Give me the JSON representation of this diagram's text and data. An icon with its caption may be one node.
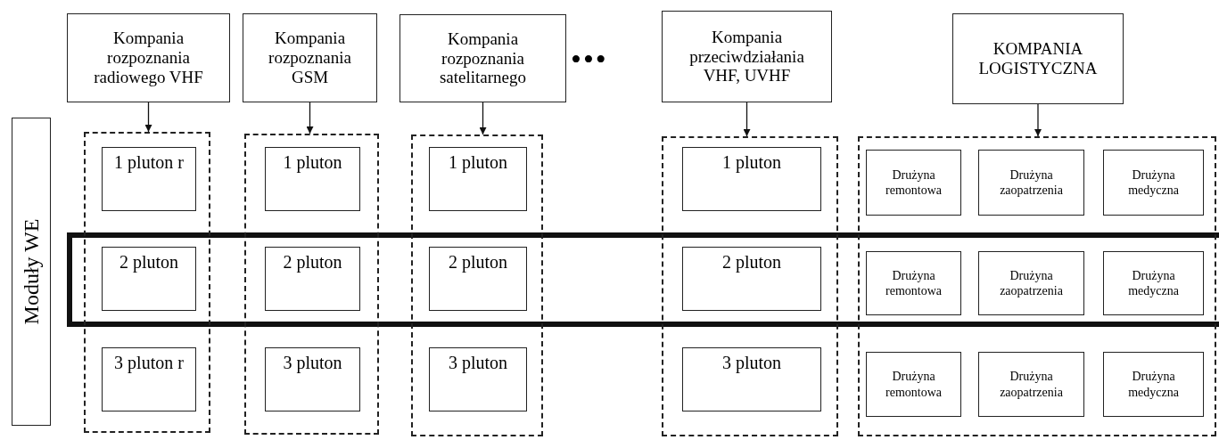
{
  "diagram": {
    "nodes": [
      {
        "text": [
          "Moduły WE"
        ]
      },
      {
        "text": [
          "Kompania rozpoznania radiowego VHF"
        ]
      },
      {
        "text": [],
        "shape": "box"
      },
      {
        "text": [
          "1 pluton r"
        ],
        "in": 2
      },
      {
        "text": [
          "2 pluton"
        ],
        "in": 2
      },
      {
        "text": [
          "3 pluton r"
        ],
        "in": 2
      },
      {
        "text": [
          "Kompania rozpoznania GSM"
        ]
      },
      {
        "text": [],
        "shape": "box"
      },
      {
        "text": [
          "1 pluton"
        ],
        "in": 7
      },
      {
        "text": [
          "2 pluton"
        ],
        "in": 7
      },
      {
        "text": [
          "3 pluton"
        ],
        "in": 7
      },
      {
        "text": [
          "Kompania rozpoznania satelitarnego"
        ]
      },
      {
        "text": [],
        "shape": "box"
      },
      {
        "text": [
          "1 pluton"
        ],
        "in": 12
      },
      {
        "text": [
          "2 pluton"
        ],
        "in": 12
      },
      {
        "text": [
          "3 pluton"
        ],
        "in": 12
      },
      {
        "text": [
          "Kompania przeciwdziałania VHF, UVHF"
        ]
      },
      {
        "text": [],
        "shape": "box"
      },
      {
        "text": [
          "1 pluton"
        ],
        "in": 17
      },
      {
        "text": [
          "2 pluton"
        ],
        "in": 17
      },
      {
        "text": [
          "3 pluton"
        ],
        "in": 17
      },
      {
        "text": [
          "KOMPANIA LOGISTYCZNA"
        ]
      },
      {
        "text": [],
        "shape": "box"
      },
      {
        "text": [
          "Drużyna remontowa"
        ],
        "in": 22
      },
      {
        "text": [
          "Drużyna zaopatrzenia"
        ],
        "in": 22
      },
      {
        "text": [
          "Drużyna medyczna"
        ],
        "in": 22
      },
      {
        "text": [
          "Drużyna remontowa"
        ],
        "in": 22
      },
      {
        "text": [
          "Drużyna zaopatrzenia"
        ],
        "in": 22
      },
      {
        "text": [
          "Drużyna medyczna"
        ],
        "in": 22
      },
      {
        "text": [
          "Drużyna remontowa"
        ],
        "in": 22
      },
      {
        "text": [
          "Drużyna zaopatrzenia"
        ],
        "in": 22
      },
      {
        "text": [
          "Drużyna medyczna"
        ],
        "in": 22
      }
    ],
    "edges": [
      {
        "from": 1,
        "to": 2,
        "arrow": "to"
      },
      {
        "from": 6,
        "to": 7,
        "arrow": "to"
      },
      {
        "from": 11,
        "to": 12,
        "arrow": "to"
      },
      {
        "from": 16,
        "to": 17,
        "arrow": "to"
      },
      {
        "from": 21,
        "to": 22,
        "arrow": "to"
      }
    ],
    "labels": [
      "•••"
    ]
  }
}
